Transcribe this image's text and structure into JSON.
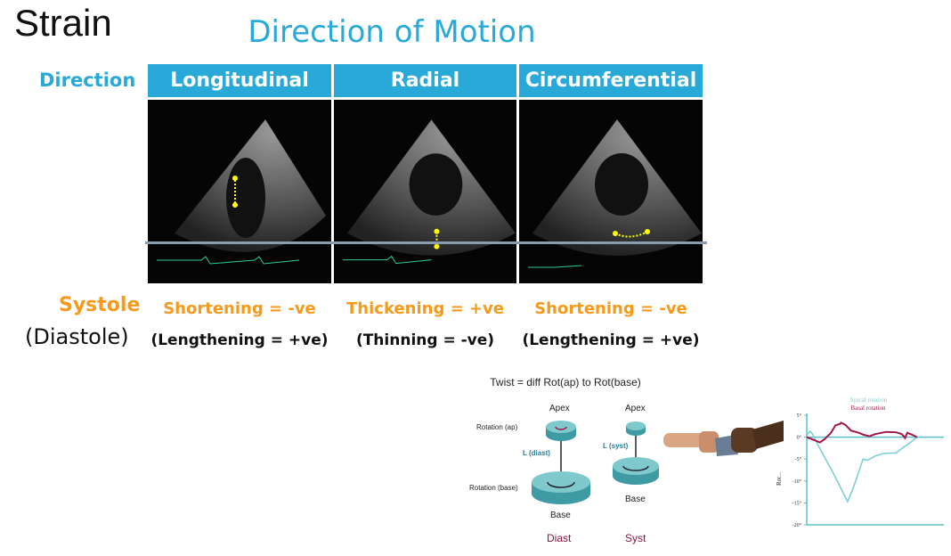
{
  "title": "Strain",
  "subtitle": "Direction of Motion",
  "direction_label": "Direction",
  "columns": [
    {
      "header": "Longitudinal",
      "systole": "Shortening = -ve",
      "diastole": "(Lengthening = +ve)"
    },
    {
      "header": "Radial",
      "systole": "Thickening = +ve",
      "diastole": "(Thinning = -ve)"
    },
    {
      "header": "Circumferential",
      "systole": "Shortening = -ve",
      "diastole": "(Lengthening = +ve)"
    }
  ],
  "systole_label": "Systole",
  "diastole_label": "(Diastole)",
  "twist": {
    "title": "Twist = diff Rot(ap) to Rot(base)",
    "apex": "Apex",
    "base": "Base",
    "rot_ap": "Rotation (ap)",
    "rot_base": "Rotation (base)",
    "l_diast": "L (diast)",
    "l_syst": "L (syst)",
    "diast": "Diast",
    "syst": "Syst"
  },
  "chart_data": {
    "type": "line",
    "ylabel": "Rot...",
    "ylim": [
      -20,
      5
    ],
    "yticks": [
      "5°",
      "0°",
      "-5°",
      "-10°",
      "-15°",
      "-20°"
    ],
    "ytick_values": [
      5,
      0,
      -5,
      -10,
      -15,
      -20
    ],
    "xlim": [
      0,
      100
    ],
    "series": [
      {
        "name": "Apical rotation",
        "color": "#7ccfd3",
        "x": [
          0,
          3,
          5,
          11,
          24,
          37,
          43,
          51,
          55,
          62,
          70,
          81,
          86,
          94,
          100
        ],
        "y": [
          0.5,
          1.3,
          0.8,
          -2.2,
          -8.2,
          -14.7,
          -11,
          -5,
          -5.3,
          -4.3,
          -3.7,
          -3.6,
          -2.6,
          -1.2,
          0
        ]
      },
      {
        "name": "Basal rotation",
        "color": "#a0154a",
        "x": [
          0,
          5,
          12,
          16,
          22,
          26,
          30,
          31,
          35,
          40,
          47,
          52,
          57,
          62,
          72,
          81,
          86,
          89,
          91,
          95,
          100
        ],
        "y": [
          0,
          -0.5,
          -1.2,
          -0.5,
          1,
          2.7,
          3,
          3.3,
          2.8,
          1.5,
          1,
          0.5,
          0.2,
          0.7,
          1.2,
          1.1,
          0.7,
          -0.2,
          1,
          0.6,
          0
        ]
      }
    ]
  }
}
